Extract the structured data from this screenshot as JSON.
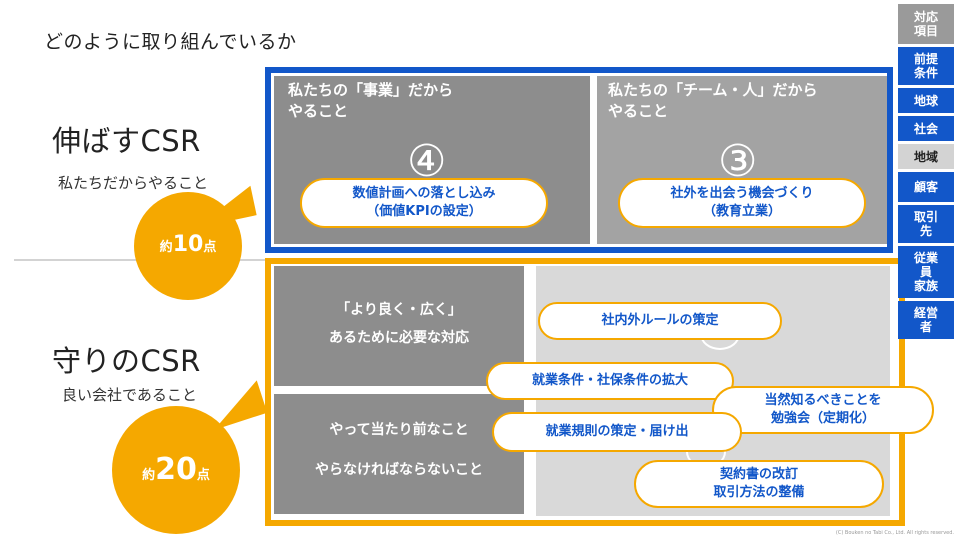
{
  "slide": {
    "title": "どのように取り組んでいるか",
    "copyright": "(C) Bouken no Tabi Co., Ltd. All rights reserved."
  },
  "top": {
    "heading": "伸ばすCSR",
    "sub": "私たちだからやること",
    "bubble": {
      "prefix": "約",
      "number": "10",
      "suffix": "点"
    },
    "panel_left": {
      "title_line1": "私たちの「事業」だから",
      "title_line2": "やること",
      "number": "④",
      "pill_line1": "数値計画への落とし込み",
      "pill_line2": "（価値KPIの設定）"
    },
    "panel_right": {
      "title_line1": "私たちの「チーム・人」だから",
      "title_line2": "やること",
      "number": "③",
      "pill_line1": "社外を出会う機会づくり",
      "pill_line2": "（教育立業）"
    }
  },
  "bottom": {
    "heading": "守りのCSR",
    "sub": "良い会社であること",
    "bubble": {
      "prefix": "約",
      "number": "20",
      "suffix": "点"
    },
    "upper_panel": {
      "line1": "「より良く・広く」",
      "line2": "あるために必要な対応"
    },
    "lower_panel": {
      "line1": "やって当たり前なこと",
      "line2": "やらなければならないこと"
    },
    "pills": {
      "p1": "社内外ルールの策定",
      "p2": "就業条件・社保条件の拡大",
      "p3_line1": "当然知るべきことを",
      "p3_line2": "勉強会（定期化）",
      "p4": "就業規則の策定・届け出",
      "p5_line1": "契約書の改訂",
      "p5_line2": "取引方法の整備"
    }
  },
  "sidebar": {
    "header": [
      "対応",
      "項目"
    ],
    "items": [
      {
        "lines": [
          "前提",
          "条件"
        ],
        "style": "blue"
      },
      {
        "lines": [
          "地球"
        ],
        "style": "blue"
      },
      {
        "lines": [
          "社会"
        ],
        "style": "blue"
      },
      {
        "lines": [
          "地域"
        ],
        "style": "plain"
      },
      {
        "lines": [
          "顧客"
        ],
        "style": "blue"
      },
      {
        "lines": [
          "取引",
          "先"
        ],
        "style": "blue"
      },
      {
        "lines": [
          "従業",
          "員",
          "家族"
        ],
        "style": "blue"
      },
      {
        "lines": [
          "経営",
          "者"
        ],
        "style": "blue"
      }
    ]
  },
  "colors": {
    "blue": "#1257c9",
    "orange": "#f5a800",
    "gray_dark": "#8d8d8d",
    "gray_light": "#d9d9d9"
  }
}
